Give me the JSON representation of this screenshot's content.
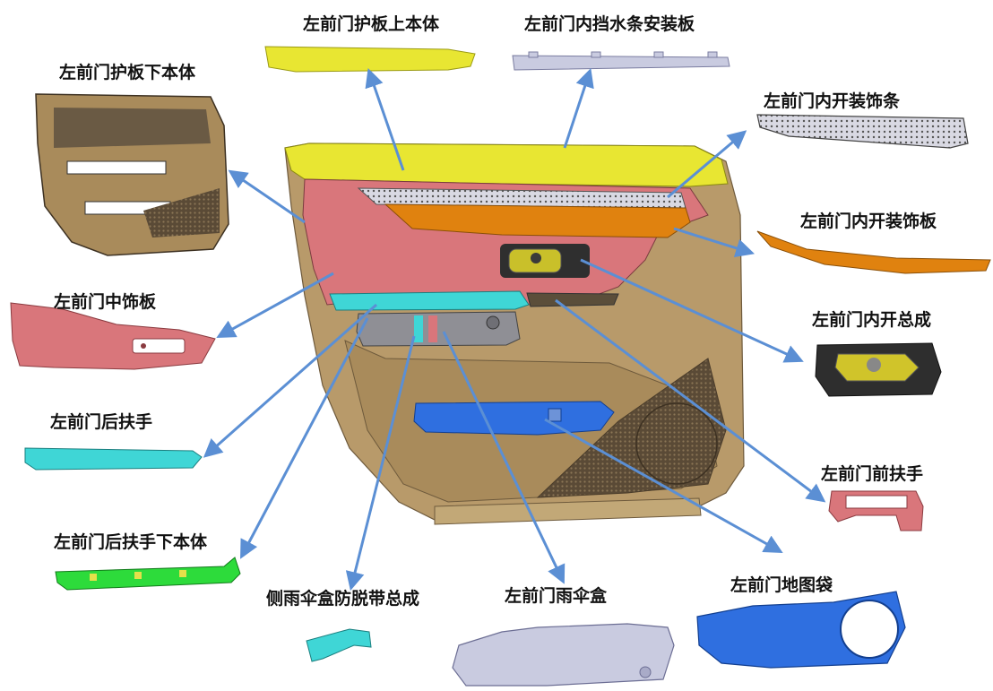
{
  "labels": {
    "upper_trim": "左前门护板上本体",
    "water_strip_plate": "左前门内挡水条安装板",
    "lower_body": "左前门护板下本体",
    "inner_strip": "左前门内开装饰条",
    "inner_panel": "左前门内开装饰板",
    "middle_panel": "左前门中饰板",
    "inner_handle_assy": "左前门内开总成",
    "rear_armrest": "左前门后扶手",
    "front_armrest": "左前门前扶手",
    "rear_armrest_lower": "左前门后扶手下本体",
    "strap_assy": "侧雨伞盒防脱带总成",
    "umbrella_box": "左前门雨伞盒",
    "map_pocket": "左前门地图袋"
  },
  "colors": {
    "arrow": "#5b8fd4",
    "upper_trim": "#e8e632",
    "middle_panel": "#d9767b",
    "inner_panel": "#e0820f",
    "armrest": "#3fd6d6",
    "map_pocket": "#2f6fe0",
    "base_body": "#b89a6a",
    "hardware": "#3a3a3a",
    "green_part": "#2ddb3b",
    "grey_part": "#c9cbe0"
  }
}
